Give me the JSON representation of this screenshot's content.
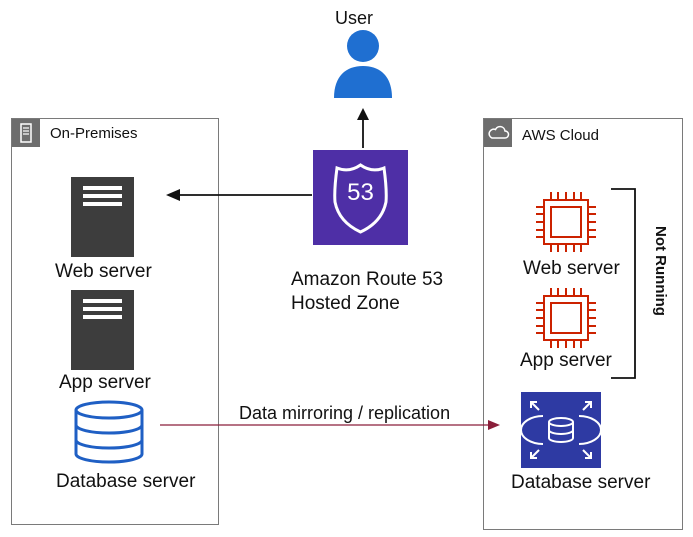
{
  "user": {
    "label": "User"
  },
  "onprem": {
    "title": "On-Premises",
    "web_server": "Web server",
    "app_server": "App server",
    "database_server": "Database server"
  },
  "route53": {
    "badge_number": "53",
    "line1": "Amazon Route 53",
    "line2": "Hosted Zone"
  },
  "aws": {
    "title": "AWS Cloud",
    "web_server": "Web server",
    "app_server": "App server",
    "database_server": "Database server",
    "status_label": "Not Running"
  },
  "replication_label": "Data mirroring / replication",
  "colors": {
    "route53_bg": "#4e2fa6",
    "ec2_outline": "#cc2200",
    "rds_bg": "#2e3aa3",
    "database_blue": "#1f5fc4",
    "user_blue": "#1f6fd1",
    "replication_arrow": "#8a1f3a",
    "server_dark": "#3d3d3d"
  }
}
